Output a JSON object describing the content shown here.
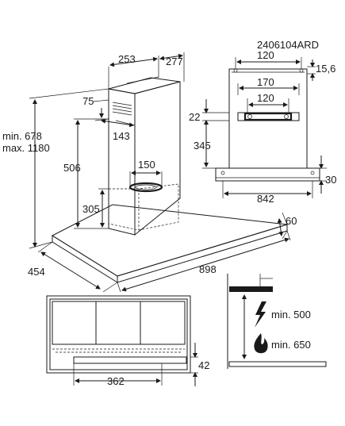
{
  "code": "2406104ARD",
  "dims": {
    "d253": "253",
    "d277": "277",
    "d75": "75",
    "d143": "143",
    "min678": "min. 678",
    "max1180": "max. 1180",
    "d506": "506",
    "d150": "150",
    "d305": "305",
    "d60": "60",
    "d454": "454",
    "d898": "898",
    "d120a": "120",
    "d15_6": "15,6",
    "d170": "170",
    "d120b": "120",
    "d22": "22",
    "d345": "345",
    "d30": "30",
    "d842": "842",
    "d42": "42",
    "d362": "362",
    "min500": "min. 500",
    "min650": "min. 650"
  },
  "icons": [
    "lightning-icon",
    "flame-icon"
  ]
}
